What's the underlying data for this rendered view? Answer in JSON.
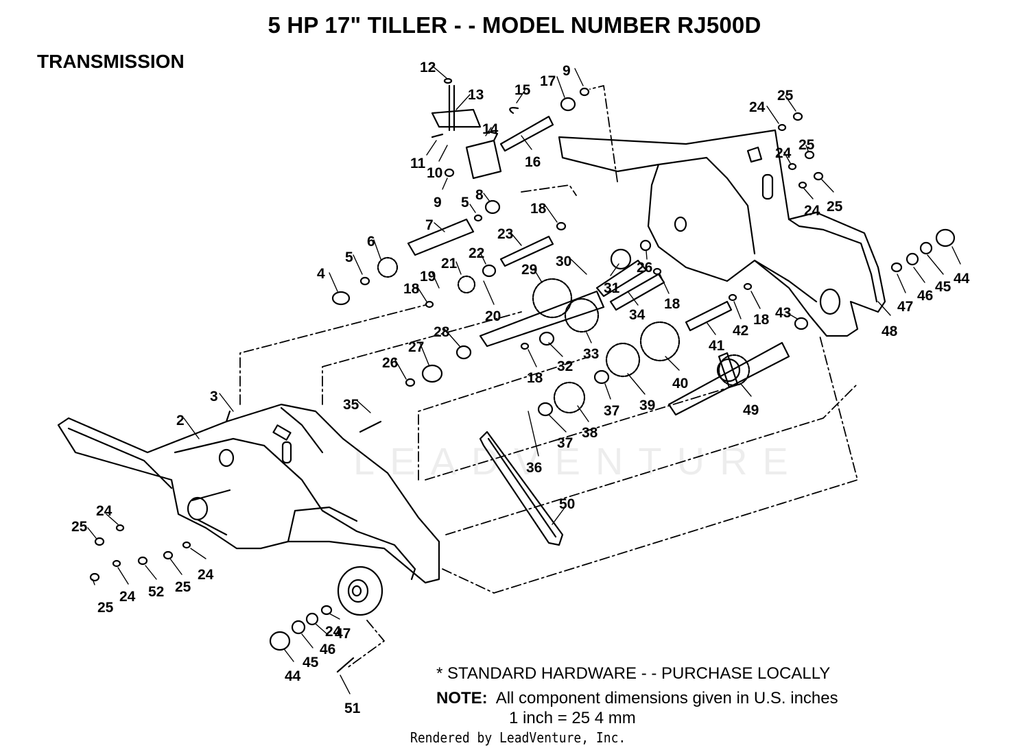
{
  "header": {
    "title": "5 HP 17\" TILLER - - MODEL NUMBER RJ500D",
    "section": "TRANSMISSION"
  },
  "footer": {
    "standard_hardware": "* STANDARD HARDWARE - - PURCHASE LOCALLY",
    "note_label": "NOTE:",
    "note_text": "All component dimensions given in U.S. inches",
    "conversion": "1 inch = 25 4 mm",
    "credit": "Rendered by LeadVenture, Inc."
  },
  "watermark": "LEADVENTURE",
  "callouts": [
    {
      "n": "12"
    },
    {
      "n": "13"
    },
    {
      "n": "9"
    },
    {
      "n": "17"
    },
    {
      "n": "15"
    },
    {
      "n": "14"
    },
    {
      "n": "11"
    },
    {
      "n": "10"
    },
    {
      "n": "16"
    },
    {
      "n": "9"
    },
    {
      "n": "8"
    },
    {
      "n": "5"
    },
    {
      "n": "18"
    },
    {
      "n": "7"
    },
    {
      "n": "23"
    },
    {
      "n": "6"
    },
    {
      "n": "5"
    },
    {
      "n": "4"
    },
    {
      "n": "22"
    },
    {
      "n": "21"
    },
    {
      "n": "19"
    },
    {
      "n": "18"
    },
    {
      "n": "20"
    },
    {
      "n": "29"
    },
    {
      "n": "30"
    },
    {
      "n": "31"
    },
    {
      "n": "26"
    },
    {
      "n": "18"
    },
    {
      "n": "34"
    },
    {
      "n": "28"
    },
    {
      "n": "27"
    },
    {
      "n": "26"
    },
    {
      "n": "32"
    },
    {
      "n": "18"
    },
    {
      "n": "33"
    },
    {
      "n": "3"
    },
    {
      "n": "2"
    },
    {
      "n": "35"
    },
    {
      "n": "38"
    },
    {
      "n": "37"
    },
    {
      "n": "37"
    },
    {
      "n": "36"
    },
    {
      "n": "39"
    },
    {
      "n": "40"
    },
    {
      "n": "41"
    },
    {
      "n": "42"
    },
    {
      "n": "18"
    },
    {
      "n": "43"
    },
    {
      "n": "49"
    },
    {
      "n": "50"
    },
    {
      "n": "24"
    },
    {
      "n": "25"
    },
    {
      "n": "24"
    },
    {
      "n": "25"
    },
    {
      "n": "24"
    },
    {
      "n": "25"
    },
    {
      "n": "47"
    },
    {
      "n": "46"
    },
    {
      "n": "45"
    },
    {
      "n": "44"
    },
    {
      "n": "48"
    },
    {
      "n": "25"
    },
    {
      "n": "24"
    },
    {
      "n": "24"
    },
    {
      "n": "25"
    },
    {
      "n": "24"
    },
    {
      "n": "52"
    },
    {
      "n": "25"
    },
    {
      "n": "24"
    },
    {
      "n": "47"
    },
    {
      "n": "46"
    },
    {
      "n": "45"
    },
    {
      "n": "44"
    },
    {
      "n": "51"
    }
  ]
}
